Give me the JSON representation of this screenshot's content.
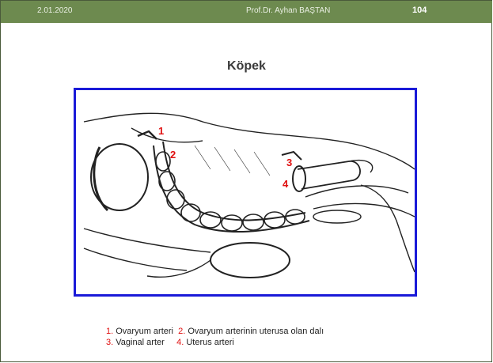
{
  "header": {
    "date": "2.01.2020",
    "author": "Prof.Dr. Ayhan BAŞTAN",
    "page_number": "104"
  },
  "title": "Köpek",
  "figure": {
    "labels": [
      "1",
      "2",
      "3",
      "4"
    ]
  },
  "legend": {
    "row1": [
      {
        "num": "1.",
        "text": " Ovaryum arteri  "
      },
      {
        "num": "2.",
        "text": " Ovaryum arterinin uterusa olan dalı"
      }
    ],
    "row2": [
      {
        "num": "3.",
        "text": " Vaginal arter     "
      },
      {
        "num": "4.",
        "text": " Uterus arteri"
      }
    ]
  },
  "colors": {
    "header_bg": "#6d8a4f",
    "frame_border": "#1a1ad8",
    "label_red": "#e01010"
  }
}
